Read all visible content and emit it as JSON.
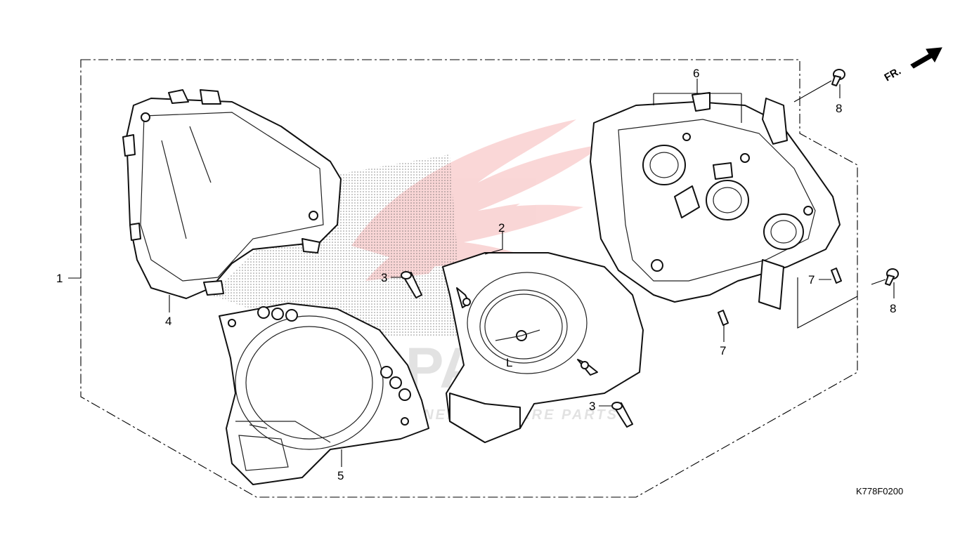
{
  "diagram_code": "K778F0200",
  "front_indicator": "FR.",
  "watermark": {
    "brand": "ICSPARTS",
    "tagline": "INTERCONTINENTAL SPARE PARTS"
  },
  "callouts": {
    "c1": "1",
    "c2": "2",
    "c3a": "3",
    "c3b": "3",
    "c4": "4",
    "c5": "5",
    "c6": "6",
    "c7a": "7",
    "c7b": "7",
    "c8a": "8",
    "c8b": "8"
  },
  "speedometer_face": {
    "label": "L"
  },
  "colors": {
    "line": "#111111",
    "watermark_red": "#e84a4a",
    "watermark_gray": "#d9d9d9"
  }
}
